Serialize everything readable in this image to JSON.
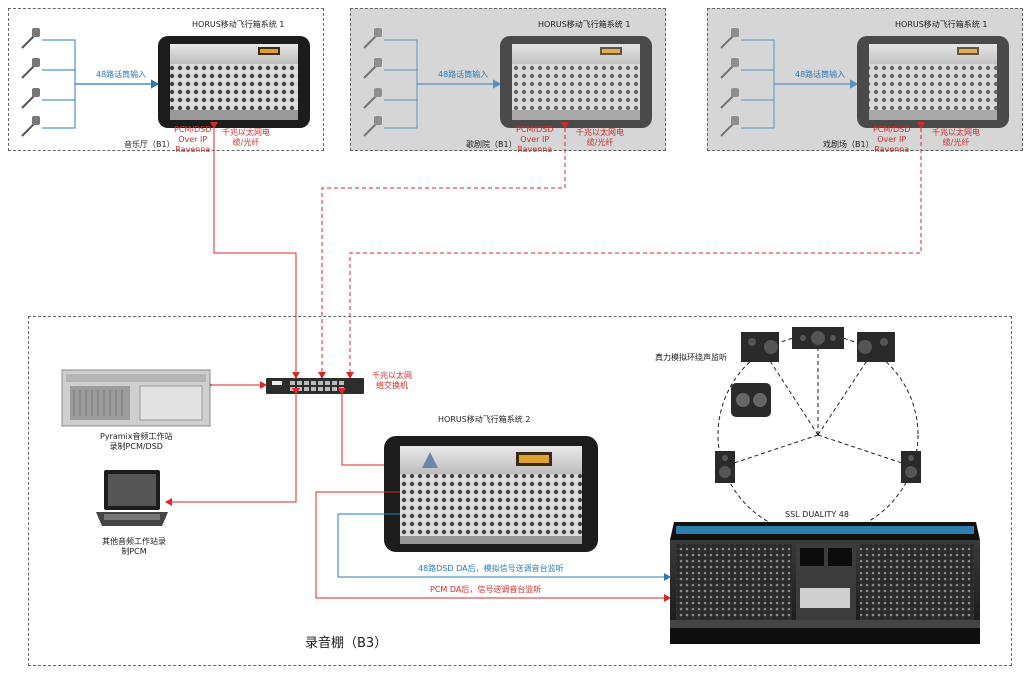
{
  "sites": [
    {
      "title": "HORUS移动飞行箱系统 1",
      "input_label": "48路话筒输入",
      "room": "音乐厅（B1）",
      "protocol": [
        "PCM/DSD",
        "Over IP",
        "Ravenna"
      ],
      "link": [
        "千兆以太网电",
        "缆/光纤"
      ]
    },
    {
      "title": "HORUS移动飞行箱系统 1",
      "input_label": "48路话筒输入",
      "room": "歌剧院（B1）",
      "protocol": [
        "PCM/DSD",
        "Over IP",
        "Ravenna"
      ],
      "link": [
        "千兆以太网电",
        "缆/光纤"
      ]
    },
    {
      "title": "HORUS移动飞行箱系统 1",
      "input_label": "48路话筒输入",
      "room": "戏剧场（B1）",
      "protocol": [
        "PCM/DSD",
        "Over IP",
        "Ravenna"
      ],
      "link": [
        "千兆以太网电",
        "缆/光纤"
      ]
    }
  ],
  "switch_label": [
    "千兆以太网",
    "络交换机"
  ],
  "pyramix_label": [
    "Pyramix音频工作站",
    "录制PCM/DSD"
  ],
  "laptop_label": [
    "其他音频工作站录",
    "制PCM"
  ],
  "horus2_title": "HORUS移动飞行箱系统 2",
  "monitor_label": "真力模拟环绕声监听",
  "console_label": "SSL DUALITY 48",
  "dsd_path_label": "48路DSD DA后，模拟信号送调音台监听",
  "pcm_path_label": "PCM DA后，信号送调音台监听",
  "studio_label": "录音棚（B3）",
  "colors": {
    "red": "#d42a2a",
    "blue": "#2a7ab8",
    "grey_bg": "#d6d6d6"
  }
}
